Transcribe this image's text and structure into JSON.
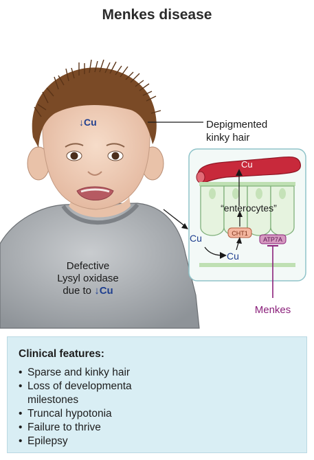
{
  "title": "Menkes disease",
  "head_label": "↓Cu",
  "hair_label_line1": "Depigmented",
  "hair_label_line2": "kinky hair",
  "shirt_label": {
    "line1": "Defective",
    "line2": "Lysyl oxidase",
    "line3_prefix": "due to ",
    "line3_cu": "↓Cu"
  },
  "cell_diagram": {
    "vessel_label": "Cu",
    "cells_label": "“enterocytes”",
    "cu_in_label": "Cu",
    "cu_cell_label": "Cu",
    "transporter1": "CHT1",
    "transporter2": "ATP7A"
  },
  "menkes_label": "Menkes",
  "clinical_features": {
    "title": "Clinical features:",
    "items": [
      "Sparse and kinky hair",
      "Loss of developmenta",
      "milestones",
      "Truncal hypotonia",
      "Failure to thrive",
      "Epilepsy"
    ]
  },
  "colors": {
    "vessel": "#c8293b",
    "cu_blue": "#1f3f8f",
    "atp7a_fill": "#d59ac0",
    "menkes_purple": "#8a1f7a",
    "cell_green": "#cfe8c4",
    "box_blue": "#d9eef4"
  }
}
